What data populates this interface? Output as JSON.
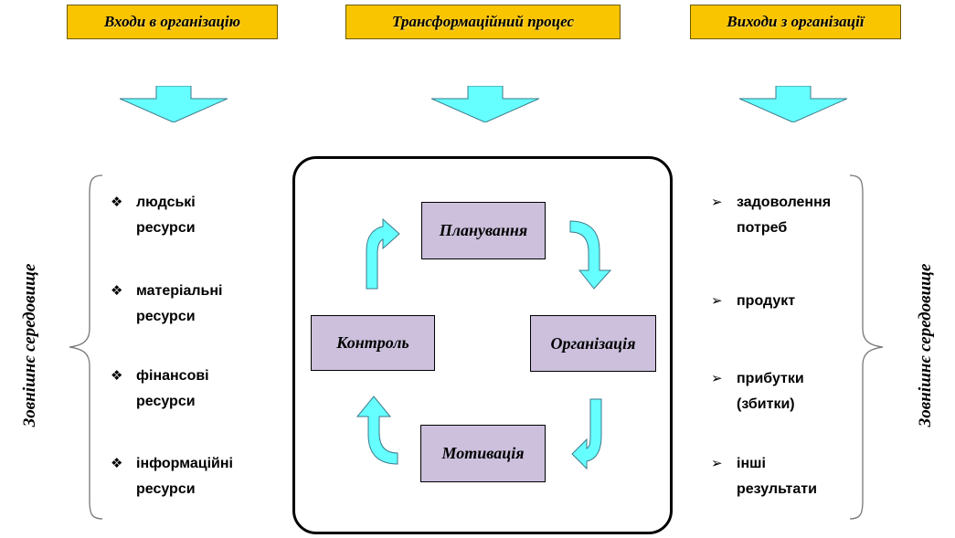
{
  "headers": {
    "inputs": "Входи в організацію",
    "process": "Трансформаційний процес",
    "outputs": "Виходи з організації"
  },
  "inputs": [
    {
      "line1": "людські",
      "line2": "ресурси"
    },
    {
      "line1": "матеріальні",
      "line2": "ресурси"
    },
    {
      "line1": "фінансові",
      "line2": "ресурси"
    },
    {
      "line1": "інформаційні",
      "line2": "ресурси"
    }
  ],
  "outputs": [
    {
      "line1": "задоволення",
      "line2": "потреб"
    },
    {
      "line1": "продукт",
      "line2": ""
    },
    {
      "line1": "прибутки",
      "line2": "(збитки)"
    },
    {
      "line1": "інші",
      "line2": "результати"
    }
  ],
  "bullets": {
    "inputs": "❖",
    "outputs": "➢"
  },
  "process_steps": {
    "planning": "Планування",
    "organization": "Організація",
    "motivation": "Мотивація",
    "control": "Контроль"
  },
  "environment_label": "Зовнішнє середовище",
  "colors": {
    "header_fill": "#f9c400",
    "arrow_fill": "#66ffff",
    "step_fill": "#ccc0dc"
  }
}
